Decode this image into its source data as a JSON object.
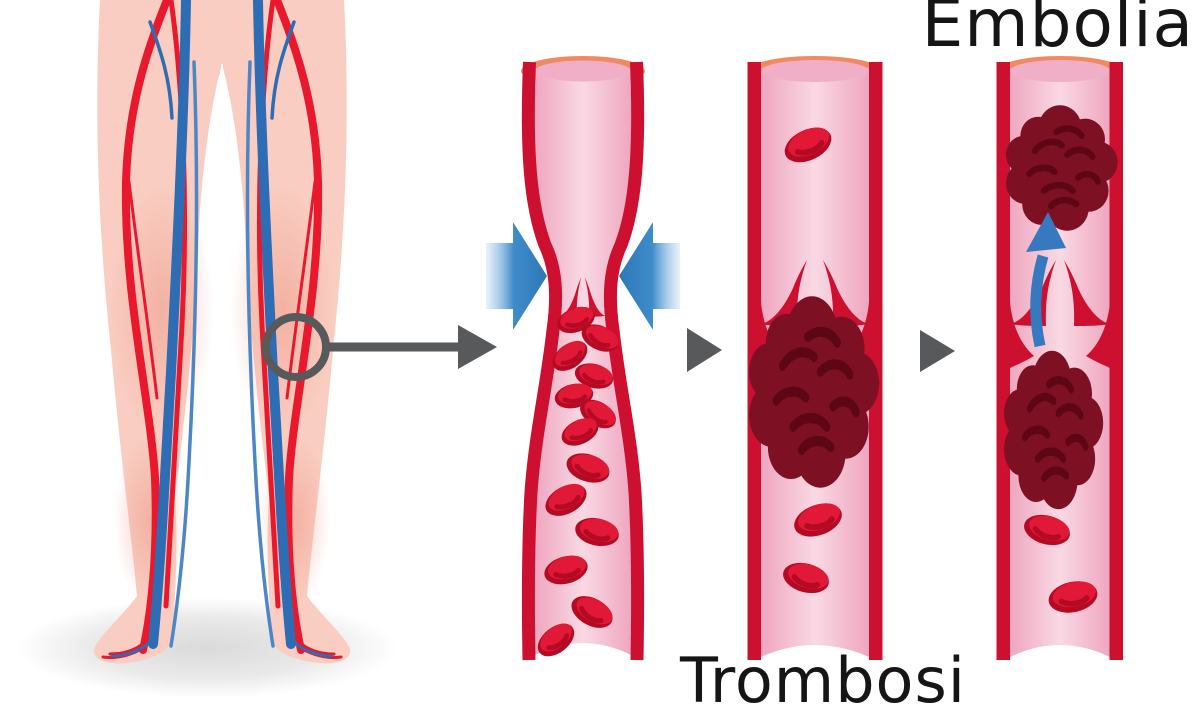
{
  "labels": {
    "embolia": "Embolia",
    "trombosi": "Trombosi"
  },
  "icons": {
    "magnifier-circle-icon": "circle outline marking magnified vein region",
    "zoom-arrow-icon": "gray right arrow from leg to magnified vein",
    "step-arrow-icon": "gray right triangle between stages",
    "compression-arrow-left-icon": "blue block arrow pressing vein from left",
    "compression-arrow-right-icon": "blue block arrow pressing vein from right",
    "flow-up-arrow-icon": "blue curved arrow showing clot travelling upward"
  },
  "colors": {
    "bg": "#FFFFFF",
    "text": "#151515",
    "skin": "#F9CDC1",
    "blush": "#EE9A89",
    "artery": "#E8192C",
    "vein": "#2E6CB4",
    "veinThin": "#4D86C6",
    "wall": "#CD1030",
    "cap": "#F08A62",
    "innerTop": "#F0AFC7",
    "pinkLight": "#F9D9E4",
    "pinkEdge": "#EFA6BE",
    "rbc": "#E21936",
    "rbcDark": "#B40A24",
    "clot": "#7D1123",
    "clotDark": "#5A0715",
    "arrowBlue": "#3F8CCB",
    "arrowBlueDeep": "#2E77B5",
    "arrowBlueLight": "#CFE3F5",
    "flowArrow": "#3779BE",
    "gray": "#58595B",
    "shadow": "#D8D8D8"
  }
}
